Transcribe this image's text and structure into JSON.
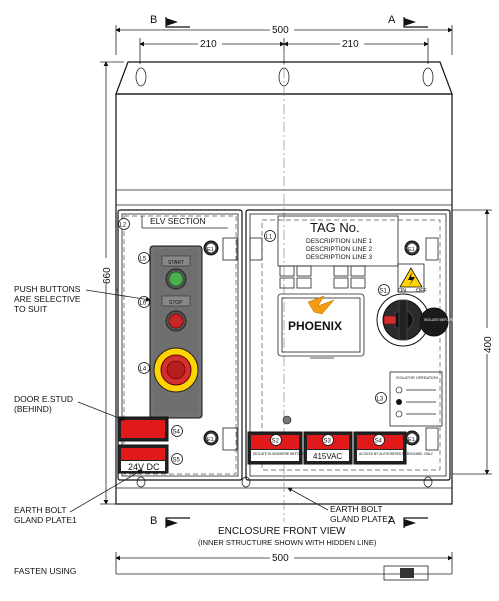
{
  "section_markers": {
    "left": "B",
    "right": "A"
  },
  "dimensions": {
    "overall_width": "500",
    "half_left": "210",
    "half_right": "210",
    "height_total": "660",
    "height_right": "400"
  },
  "panel_labels": {
    "elv_section": "ELV SECTION",
    "tag_no": "TAG No.",
    "desc1": "DESCRIPTION LINE 1",
    "desc2": "DESCRIPTION LINE 2",
    "desc3": "DESCRIPTION LINE 3",
    "brand": "PHOENIX"
  },
  "item_labels": {
    "L2": "L2",
    "L1": "L1",
    "L3": "L3",
    "L4": "L4",
    "L5": "L5",
    "L6": "L6",
    "E1": "E1",
    "S1": "S1",
    "S2": "S2",
    "S3": "S3",
    "S4": "S4",
    "S5": "S5"
  },
  "buttons": {
    "top": "START",
    "middle": "STOP"
  },
  "isolator": {
    "on": "ON",
    "off": "OFF",
    "lock_text": "ISOLATE BEFORE REMOVING",
    "instructions_title": "ISOLATOR OPERATION"
  },
  "nameplates": {
    "voltage_elv": "24V DC",
    "voltage_main": "415VAC",
    "s2_small": "ISOLATE ELSEWHERE BEFORE OPENING DOOR",
    "s4_small": "ACCESS BY AUTHORISED PERSONNEL ONLY"
  },
  "callouts": {
    "push_buttons_1": "PUSH BUTTONS",
    "push_buttons_2": "ARE SELECTIVE",
    "push_buttons_3": "TO SUIT",
    "door_stud_1": "DOOR  E.STUD",
    "door_stud_2": "(BEHIND)",
    "earth_bolt_1_a": "EARTH BOLT",
    "earth_bolt_1_b": "GLAND PLATE1",
    "earth_bolt_2_a": "EARTH BOLT",
    "earth_bolt_2_b": "GLAND PLATE2",
    "fasten": "FASTEN USING"
  },
  "view_title": "ENCLOSURE FRONT VIEW",
  "view_subtitle": "(INNER STRUCTURE SHOWN WITH HIDDEN LINE)",
  "bottom_dimension": "500",
  "colors": {
    "nameplate_red": "#e01a1a",
    "led_green": "#4caf50",
    "led_red": "#d32f2f",
    "brand_orange": "#f39c12",
    "warning_yellow": "#ffd400"
  }
}
